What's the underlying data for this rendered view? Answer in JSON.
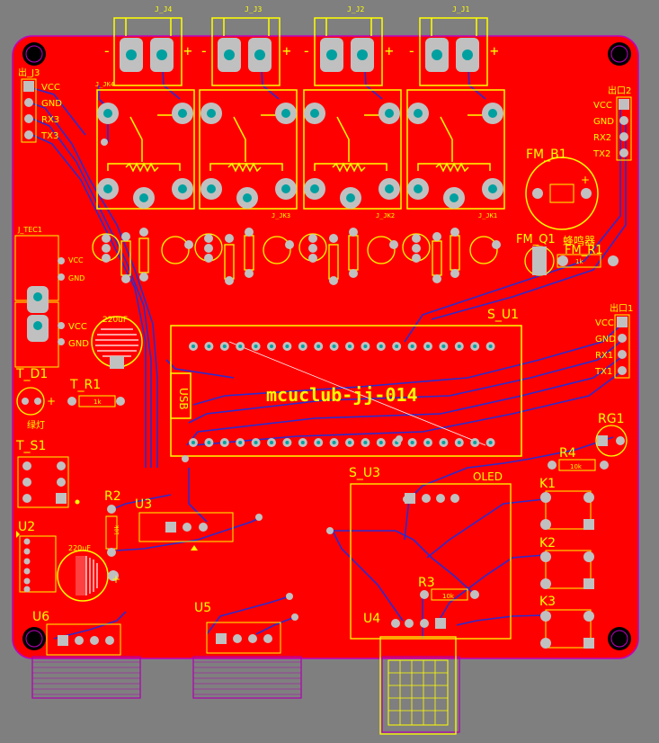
{
  "title": "mcuclub-jj-014",
  "colors": {
    "background": "#7f7f7f",
    "board": "#ff0000",
    "silkscreen": "#ffff00",
    "trace": "#2020c8",
    "pad": "#c0c0c0",
    "pad_hole": "#00a0a0",
    "keepout": "#b000b0"
  },
  "connectors": {
    "j4": "J_J4",
    "j3": "J_J3",
    "j2": "J_J2",
    "j1": "J_J1",
    "minus": "-",
    "plus": "+",
    "left_port_label": "出_J3",
    "left_port_pins": [
      "VCC",
      "GND",
      "RX3",
      "TX3"
    ],
    "right_top_label": "出口2",
    "right_top_pins": [
      "VCC",
      "GND",
      "RX2",
      "TX2"
    ],
    "right_mid_label": "出口1",
    "right_mid_pins": [
      "VCC",
      "GND",
      "RX1",
      "TX1"
    ]
  },
  "relays": {
    "jk": "J_JK4",
    "kx": [
      "J_JK3",
      "J_JK2",
      "J_JK1"
    ]
  },
  "components": {
    "fm_b1": "FM_B1",
    "fm_q1": "FM_Q1",
    "fm_r1": "FM_R1",
    "fm_r1_value": "1k",
    "buzzer": "蜂鸣器",
    "s_u1": "S_U1",
    "s_u3": "S_U3",
    "oled": "OLED",
    "usb": "USB",
    "rg1": "RG1",
    "r4": "R4",
    "r4_value": "10k",
    "r3": "R3",
    "r3_value": "10k",
    "k1": "K1",
    "k2": "K2",
    "k3": "K3",
    "t_tec1": "J_TEC1",
    "vcc": "VCC",
    "gnd": "GND",
    "cap_220": "220uF",
    "t_d1": "T_D1",
    "t_r1": "T_R1",
    "t_r1_value": "1k",
    "lamp": "绿灯",
    "t_s1": "T_S1",
    "r2": "R2",
    "r2_value": "10k",
    "u3": "U3",
    "u2": "U2",
    "u6": "U6",
    "u5": "U5",
    "u4": "U4"
  }
}
